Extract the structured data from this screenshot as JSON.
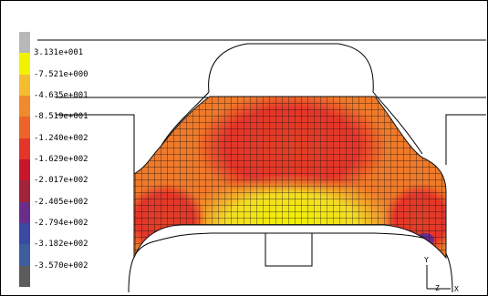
{
  "legend": {
    "labels": [
      "3.131e+001",
      "-7.521e+000",
      "-4.635e+001",
      "-8.519e+001",
      "-1.240e+002",
      "-1.629e+002",
      "-2.017e+002",
      "-2.405e+002",
      "-2.794e+002",
      "-3.182e+002",
      "-3.570e+002"
    ],
    "colors": [
      "#b8b8b8",
      "#f2f200",
      "#f3bd2f",
      "#f08a2c",
      "#ee6428",
      "#e5352a",
      "#c8162c",
      "#a1243a",
      "#6b2d8b",
      "#3a4aa3",
      "#3e5d9e",
      "#5c5c5c"
    ]
  },
  "axes": {
    "y": "Y",
    "x": "X",
    "z": "Z"
  }
}
